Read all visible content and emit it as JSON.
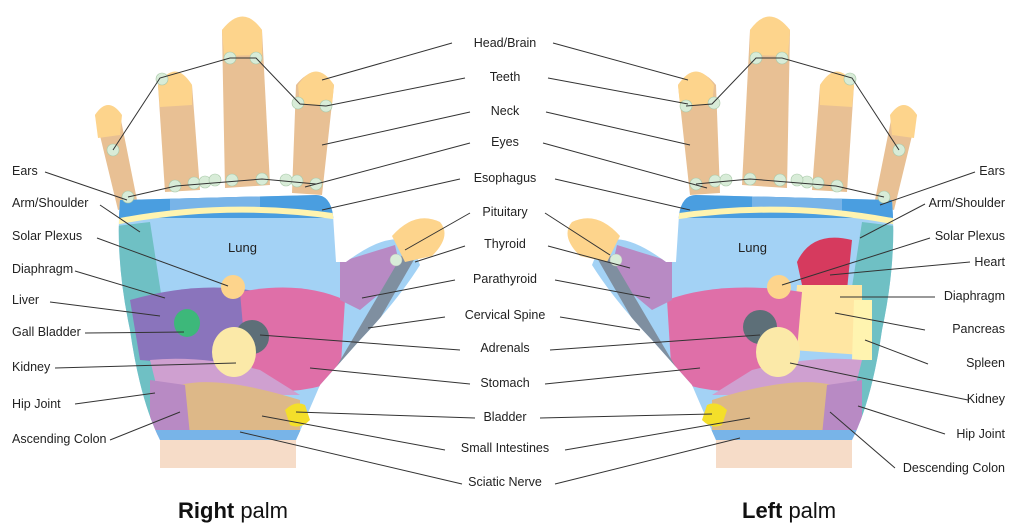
{
  "center_labels": [
    "Head/Brain",
    "Teeth",
    "Neck",
    "Eyes",
    "Esophagus",
    "Pituitary",
    "Thyroid",
    "Parathyroid",
    "Cervical Spine",
    "Adrenals",
    "Stomach",
    "Bladder",
    "Small Intestines",
    "Sciatic Nerve"
  ],
  "left_labels": [
    "Ears",
    "Arm/Shoulder",
    "Solar Plexus",
    "Diaphragm",
    "Liver",
    "Gall Bladder",
    "Kidney",
    "Hip Joint",
    "Ascending Colon"
  ],
  "right_labels": [
    "Ears",
    "Arm/Shoulder",
    "Solar Plexus",
    "Heart",
    "Diaphragm",
    "Pancreas",
    "Spleen",
    "Kidney",
    "Hip Joint",
    "Descending Colon"
  ],
  "lung_label": "Lung",
  "titles": {
    "right": {
      "bold": "Right",
      "rest": " palm"
    },
    "left": {
      "bold": "Left",
      "rest": " palm"
    }
  },
  "colors": {
    "skin": "#f6dcc8",
    "finger": "#e8c094",
    "fingertip": "#fdd48c",
    "lung": "#a3d2f5",
    "band": "#4a9ee0",
    "band_light": "#78b4e8",
    "cream": "#fff4b0",
    "teal": "#6fc0c4",
    "purple": "#8a74bc",
    "magenta": "#df6fa8",
    "pink": "#cfa0d0",
    "tan": "#ddb888",
    "yellow": "#f4df2a",
    "green": "#3db87a",
    "slate": "#5d6f78",
    "grey_blue": "#7f8fa0",
    "lilac": "#b88ac4",
    "heart": "#d63a5e",
    "lightyellow": "#ffe6a2"
  }
}
